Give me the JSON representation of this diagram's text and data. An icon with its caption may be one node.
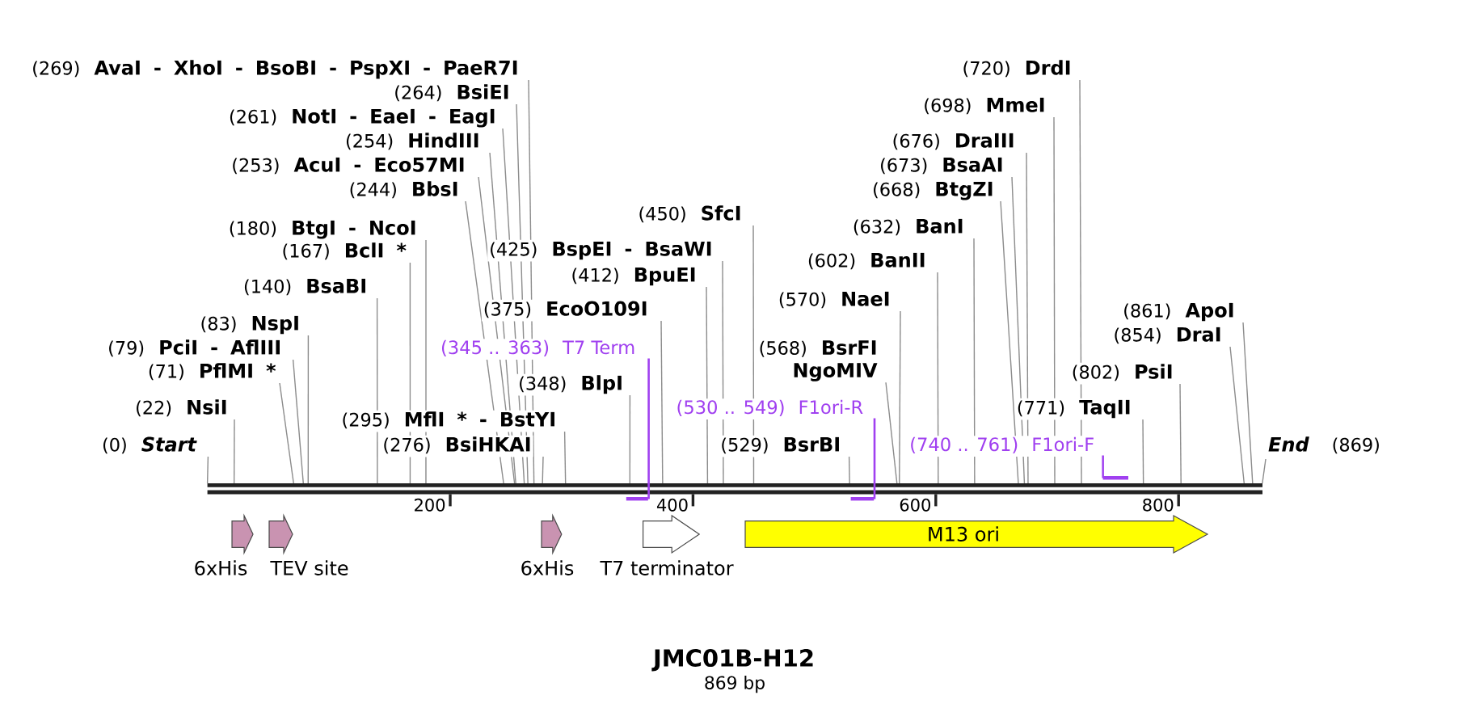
{
  "diagram": {
    "title": "JMC01B-H12",
    "caption": "869 bp",
    "nodes": [
      {
        "text": [
          "(269)",
          "AvaI - XhoI - BsoBI - PspXI - PaeR7I"
        ]
      },
      {
        "text": [
          "(720)",
          "DrdI"
        ]
      },
      {
        "text": [
          "(264)",
          "BsiEI"
        ]
      },
      {
        "text": [
          "(698)",
          "MmeI"
        ]
      },
      {
        "text": [
          "(261)",
          "NotI - EaeI - EagI"
        ]
      },
      {
        "text": [
          "(254)",
          "HindIII"
        ]
      },
      {
        "text": [
          "(676)",
          "DraIII"
        ]
      },
      {
        "text": [
          "(253)",
          "AcuI - Eco57MI"
        ]
      },
      {
        "text": [
          "(673)",
          "BsaAI"
        ]
      },
      {
        "text": [
          "(244)",
          "BbsI"
        ]
      },
      {
        "text": [
          "(668)",
          "BtgZI"
        ]
      },
      {
        "text": [
          "(450)",
          "SfcI"
        ]
      },
      {
        "text": [
          "(180)",
          "BtgI - NcoI"
        ]
      },
      {
        "text": [
          "(632)",
          "BanI"
        ]
      },
      {
        "text": [
          "(167)",
          "BclI *"
        ]
      },
      {
        "text": [
          "(425)",
          "BspEI - BsaWI"
        ]
      },
      {
        "text": [
          "(602)",
          "BanII"
        ]
      },
      {
        "text": [
          "(412)",
          "BpuEI"
        ]
      },
      {
        "text": [
          "(140)",
          "BsaBI"
        ]
      },
      {
        "text": [
          "(570)",
          "NaeI"
        ]
      },
      {
        "text": [
          "(375)",
          "EcoO109I"
        ]
      },
      {
        "text": [
          "(861)",
          "ApoI"
        ]
      },
      {
        "text": [
          "(83)",
          "NspI"
        ]
      },
      {
        "text": [
          "(854)",
          "DraI"
        ]
      },
      {
        "text": [
          "(79)",
          "PciI - AflIII"
        ]
      },
      {
        "text": [
          "(345 .. 363)",
          "T7 Term"
        ]
      },
      {
        "text": [
          "(568)",
          "BsrFI",
          "NgoMIV"
        ]
      },
      {
        "text": [
          "(71)",
          "PflMI *"
        ]
      },
      {
        "text": [
          "(802)",
          "PsiI"
        ]
      },
      {
        "text": [
          "(348)",
          "BlpI"
        ]
      },
      {
        "text": [
          "(22)",
          "NsiI"
        ]
      },
      {
        "text": [
          "(530 .. 549)",
          "F1ori-R"
        ]
      },
      {
        "text": [
          "(771)",
          "TaqII"
        ]
      },
      {
        "text": [
          "(295)",
          "MflI * - BstYI"
        ]
      },
      {
        "text": [
          "(0)",
          "Start"
        ]
      },
      {
        "text": [
          "(276)",
          "BsiHKAI"
        ]
      },
      {
        "text": [
          "(529)",
          "BsrBI"
        ]
      },
      {
        "text": [
          "(740 .. 761)",
          "F1ori-F"
        ]
      },
      {
        "text": [
          "End",
          "(869)"
        ]
      },
      {
        "text": [],
        "shape": "bar"
      },
      {
        "text": [],
        "shape": "bar"
      },
      {
        "text": [],
        "shape": "bar"
      },
      {
        "text": [],
        "shape": "bar"
      },
      {
        "text": [
          "6xHis"
        ]
      },
      {
        "text": [
          "TEV site"
        ]
      },
      {
        "text": [
          "6xHis"
        ]
      },
      {
        "text": [
          "T7 terminator"
        ]
      },
      {
        "text": [
          "M13 ori"
        ]
      }
    ],
    "edges": [
      {
        "from": 0,
        "to": 39,
        "arrow": "none"
      },
      {
        "from": 1,
        "to": 39,
        "arrow": "none"
      },
      {
        "from": 2,
        "to": 39,
        "arrow": "none"
      },
      {
        "from": 3,
        "to": 39,
        "arrow": "none"
      },
      {
        "from": 4,
        "to": 39,
        "arrow": "none"
      },
      {
        "from": 5,
        "to": 39,
        "arrow": "none"
      },
      {
        "from": 6,
        "to": 39,
        "arrow": "none"
      },
      {
        "from": 7,
        "to": 39,
        "arrow": "none"
      },
      {
        "from": 8,
        "to": 39,
        "arrow": "none"
      },
      {
        "from": 9,
        "to": 39,
        "arrow": "none"
      },
      {
        "from": 10,
        "to": 39,
        "arrow": "none"
      },
      {
        "from": 11,
        "to": 39,
        "arrow": "none"
      },
      {
        "from": 12,
        "to": 39,
        "arrow": "none"
      },
      {
        "from": 13,
        "to": 39,
        "arrow": "none"
      },
      {
        "from": 14,
        "to": 39,
        "arrow": "none"
      },
      {
        "from": 15,
        "to": 39,
        "arrow": "none"
      },
      {
        "from": 16,
        "to": 39,
        "arrow": "none"
      },
      {
        "from": 17,
        "to": 39,
        "arrow": "none"
      },
      {
        "from": 18,
        "to": 39,
        "arrow": "none"
      },
      {
        "from": 19,
        "to": 39,
        "arrow": "none"
      },
      {
        "from": 20,
        "to": 39,
        "arrow": "none"
      },
      {
        "from": 21,
        "to": 39,
        "arrow": "none"
      },
      {
        "from": 22,
        "to": 39,
        "arrow": "none"
      },
      {
        "from": 23,
        "to": 39,
        "arrow": "none"
      },
      {
        "from": 24,
        "to": 39,
        "arrow": "none"
      },
      {
        "from": 25,
        "to": 40,
        "arrow": "none",
        "color": "#a040f0"
      },
      {
        "from": 26,
        "to": 39,
        "arrow": "none"
      },
      {
        "from": 27,
        "to": 39,
        "arrow": "none"
      },
      {
        "from": 28,
        "to": 39,
        "arrow": "none"
      },
      {
        "from": 29,
        "to": 39,
        "arrow": "none"
      },
      {
        "from": 30,
        "to": 39,
        "arrow": "none"
      },
      {
        "from": 31,
        "to": 41,
        "arrow": "none",
        "color": "#a040f0"
      },
      {
        "from": 32,
        "to": 39,
        "arrow": "none"
      },
      {
        "from": 33,
        "to": 39,
        "arrow": "none"
      },
      {
        "from": 34,
        "to": 39,
        "arrow": "none"
      },
      {
        "from": 35,
        "to": 39,
        "arrow": "none"
      },
      {
        "from": 36,
        "to": 39,
        "arrow": "none"
      },
      {
        "from": 37,
        "to": 42,
        "arrow": "none",
        "color": "#a040f0"
      },
      {
        "from": 38,
        "to": 39,
        "arrow": "none"
      }
    ],
    "labels": [
      "200",
      "400",
      "600",
      "800"
    ]
  }
}
